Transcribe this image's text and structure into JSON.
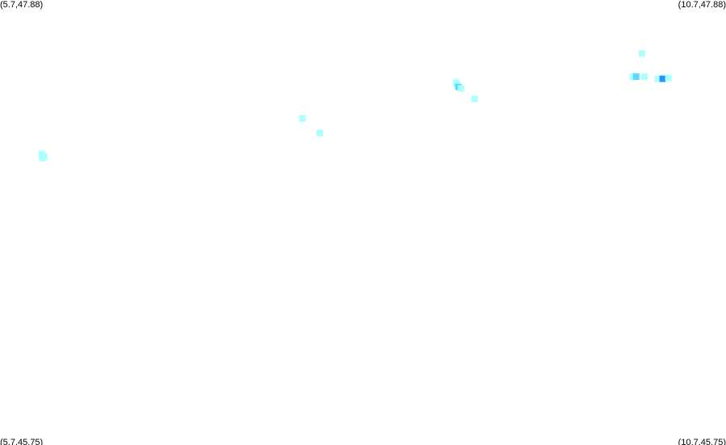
{
  "corners": {
    "top_left": "(5.7,47.88)",
    "top_right": "(10.7,47.88)",
    "bottom_left": "(5.7,45.75)",
    "bottom_right": "(10.7,45.75)"
  },
  "extent": {
    "lon_min": 5.7,
    "lon_max": 10.7,
    "lat_min": 45.75,
    "lat_max": 47.88
  },
  "colors": {
    "background": "#ffffff",
    "low": "#aaffff",
    "mid": "#55ddff",
    "high": "#2299ff"
  },
  "cells": [
    {
      "lon": 5.987,
      "lat": 47.143,
      "level": "low"
    },
    {
      "lon": 6.004,
      "lat": 47.131,
      "level": "low"
    },
    {
      "lon": 5.992,
      "lat": 47.124,
      "level": "low"
    },
    {
      "lon": 7.783,
      "lat": 47.313,
      "level": "low"
    },
    {
      "lon": 7.903,
      "lat": 47.243,
      "level": "low"
    },
    {
      "lon": 8.844,
      "lat": 47.485,
      "level": "low"
    },
    {
      "lon": 8.844,
      "lat": 47.477,
      "level": "low"
    },
    {
      "lon": 8.857,
      "lat": 47.464,
      "level": "mid"
    },
    {
      "lon": 8.874,
      "lat": 47.457,
      "level": "low"
    },
    {
      "lon": 8.968,
      "lat": 47.407,
      "level": "low"
    },
    {
      "lon": 10.121,
      "lat": 47.624,
      "level": "low"
    },
    {
      "lon": 10.058,
      "lat": 47.513,
      "level": "low"
    },
    {
      "lon": 10.081,
      "lat": 47.513,
      "level": "mid"
    },
    {
      "lon": 10.138,
      "lat": 47.513,
      "level": "low"
    },
    {
      "lon": 10.23,
      "lat": 47.503,
      "level": "low"
    },
    {
      "lon": 10.264,
      "lat": 47.503,
      "level": "high"
    },
    {
      "lon": 10.303,
      "lat": 47.507,
      "level": "low"
    }
  ]
}
